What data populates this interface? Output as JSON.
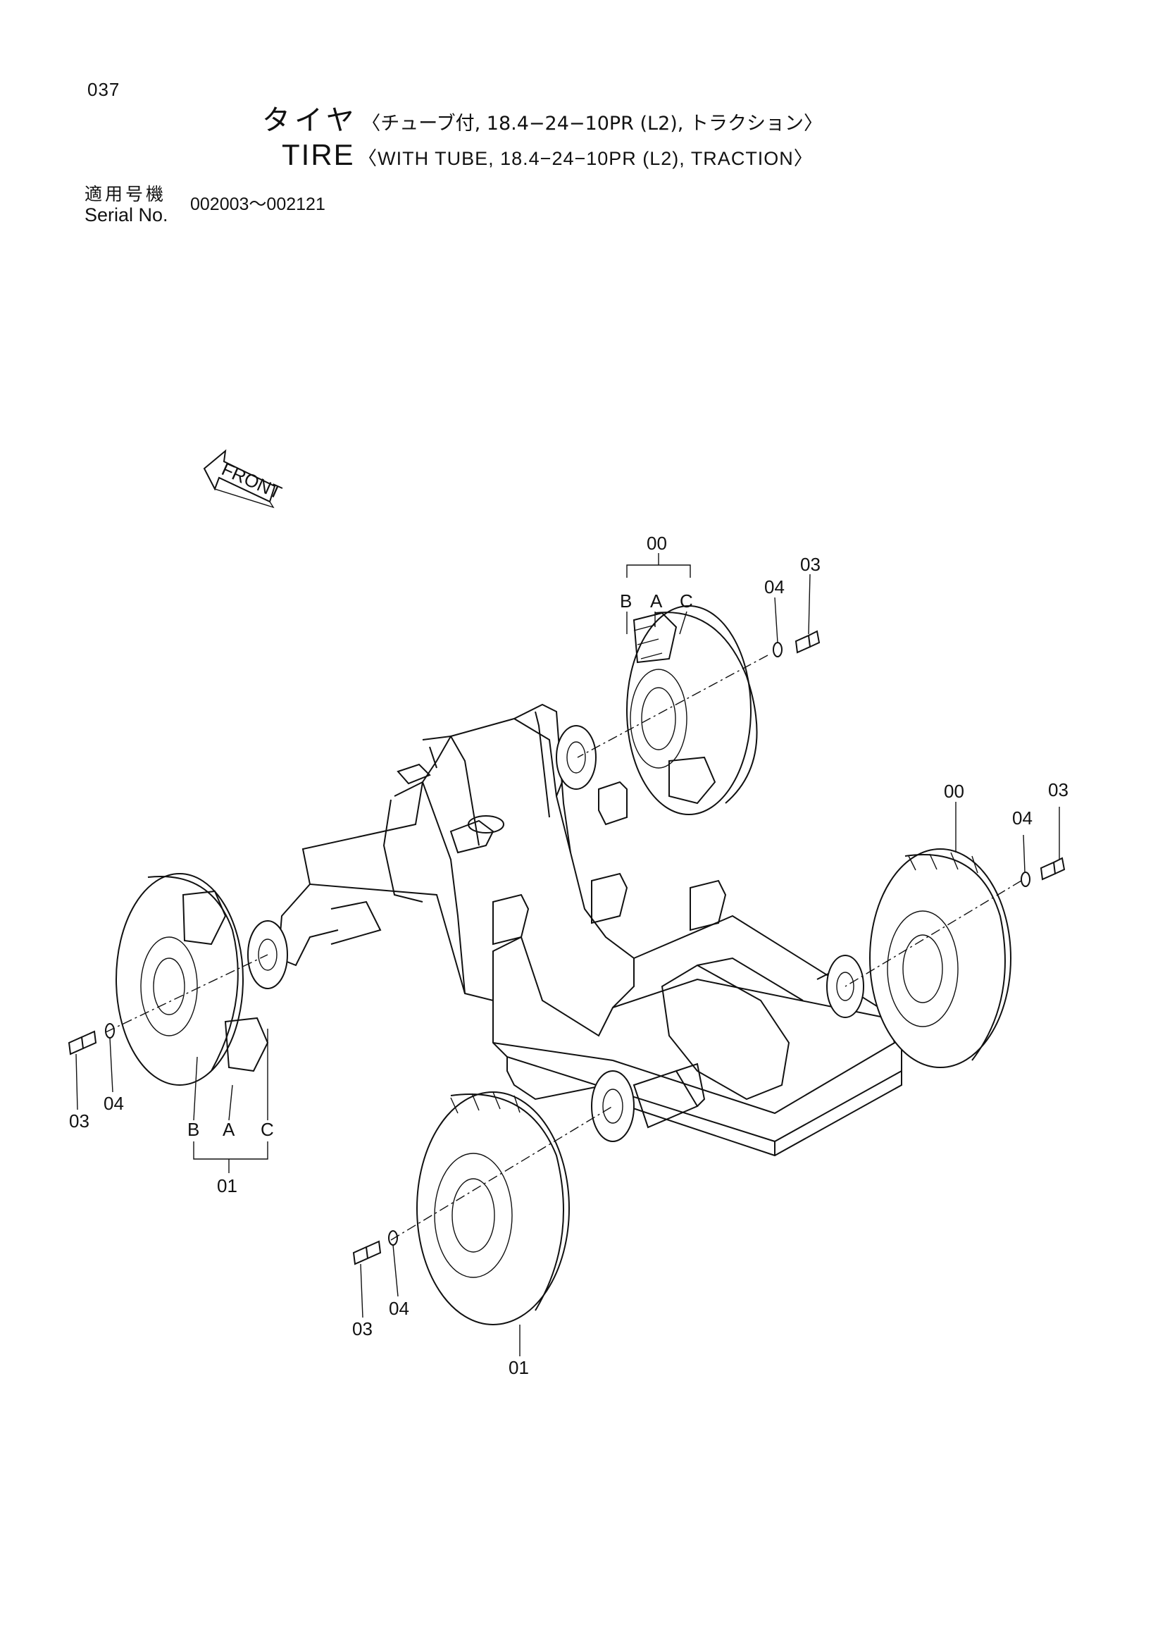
{
  "page_number": "037",
  "title_jp": {
    "main": "タイヤ",
    "detail": "〈チューブ付, 18.4−24−10PR (L2), トラクション〉"
  },
  "title_en": {
    "main": "TIRE",
    "detail": "〈WITH  TUBE, 18.4−24−10PR (L2), TRACTION〉"
  },
  "serial": {
    "label_jp": "適用号機",
    "label_en": "Serial No.",
    "range": "002003～002121"
  },
  "front_label": "FRONT",
  "callouts": {
    "rear_right": {
      "group": "00",
      "b": "B",
      "a": "A",
      "c": "C",
      "washer": "04",
      "bolt": "03"
    },
    "front_right": {
      "tire": "00",
      "washer": "04",
      "bolt": "03"
    },
    "rear_left": {
      "group": "01",
      "b": "B",
      "a": "A",
      "c": "C",
      "washer": "04",
      "bolt": "03"
    },
    "front_left": {
      "tire": "01",
      "washer": "04",
      "bolt": "03"
    }
  }
}
